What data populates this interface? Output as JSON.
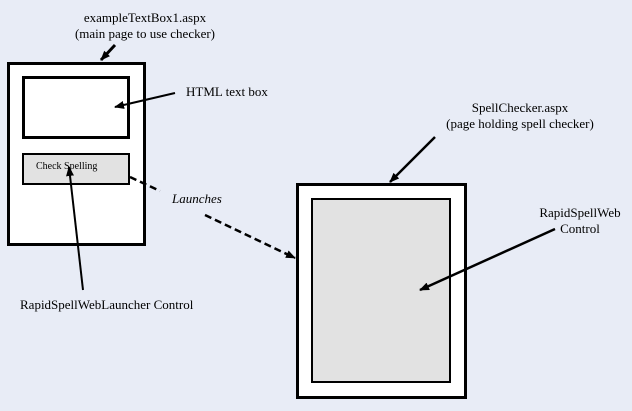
{
  "main_page": {
    "title": "exampleTextBox1.aspx",
    "subtitle": "(main page to use checker)",
    "textbox_label": "HTML text box",
    "button_label": "Check Spelling",
    "launcher_label": "RapidSpellWebLauncher Control"
  },
  "launch_label": "Launches",
  "checker_page": {
    "title": "SpellChecker.aspx",
    "subtitle": "(page holding spell checker)",
    "control_label_line1": "RapidSpellWeb",
    "control_label_line2": "Control"
  },
  "colors": {
    "background": "#e8ecf6",
    "page_fill": "#ffffff",
    "control_fill": "#e2e2e2",
    "stroke": "#000000"
  }
}
